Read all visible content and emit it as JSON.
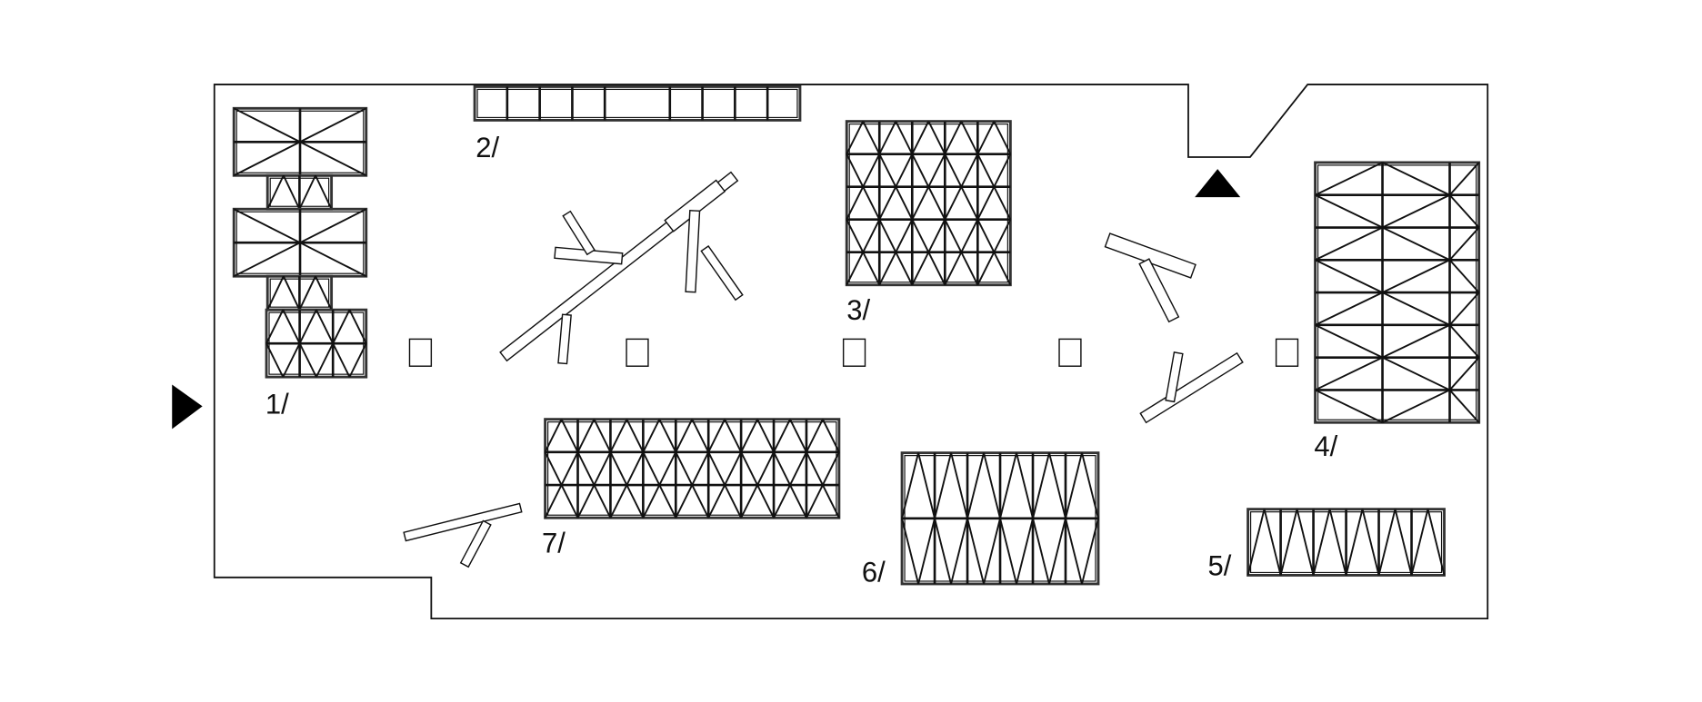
{
  "plan": {
    "zones": [
      {
        "id": "zone-1",
        "label": "1/"
      },
      {
        "id": "zone-2",
        "label": "2/"
      },
      {
        "id": "zone-3",
        "label": "3/"
      },
      {
        "id": "zone-4",
        "label": "4/"
      },
      {
        "id": "zone-5",
        "label": "5/"
      },
      {
        "id": "zone-6",
        "label": "6/"
      },
      {
        "id": "zone-7",
        "label": "7/"
      }
    ],
    "entrance_icon": "triangle-right-icon",
    "exit_icon": "triangle-up-icon",
    "colors": {
      "line": "#111111",
      "background": "#ffffff"
    }
  }
}
